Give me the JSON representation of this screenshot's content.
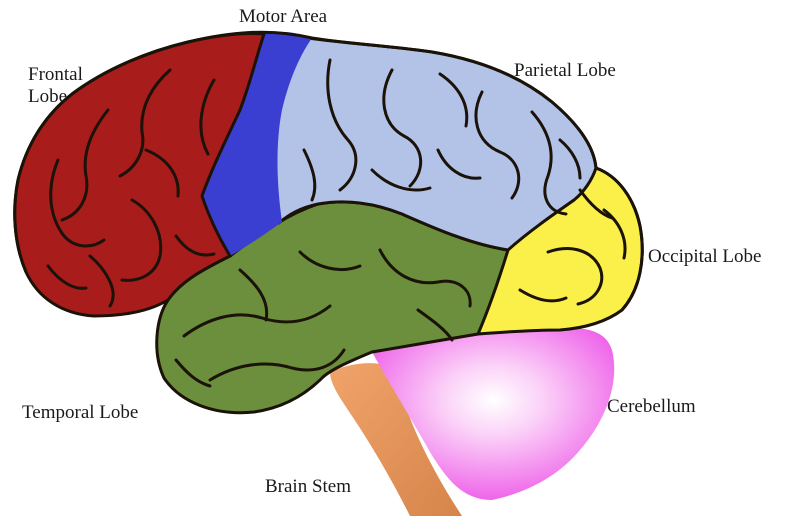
{
  "labels": {
    "frontal_line1": "Frontal",
    "frontal_line2": "Lobe",
    "motor": "Motor Area",
    "parietal": "Parietal Lobe",
    "occipital": "Occipital Lobe",
    "cerebellum": "Cerebellum",
    "temporal": "Temporal Lobe",
    "brainstem": "Brain Stem"
  },
  "colors": {
    "frontal": "#a81c1c",
    "motor": "#3b3fd1",
    "parietal": "#b3c3e8",
    "occipital": "#fbf04a",
    "temporal": "#6b8f3c",
    "cerebellum": "#f070ec",
    "brainstem": "#e8955a",
    "outline": "#1b1208"
  }
}
